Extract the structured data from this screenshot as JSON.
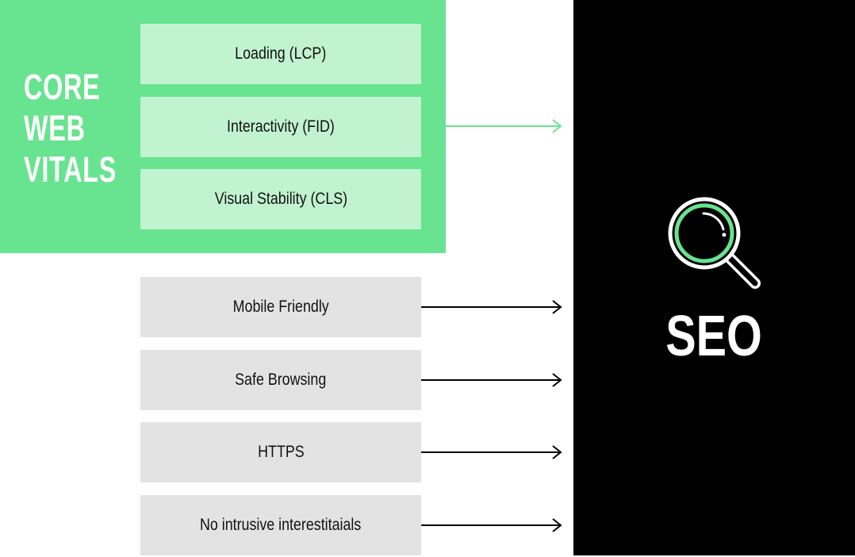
{
  "title_lines": [
    "CORE",
    "WEB",
    "VITALS"
  ],
  "core_web_vitals": [
    "Loading (LCP)",
    "Interactivity (FID)",
    "Visual Stability (CLS)"
  ],
  "other_signals": [
    "Mobile Friendly",
    "Safe Browsing",
    "HTTPS",
    "No intrusive interestitaials"
  ],
  "target": {
    "label": "SEO",
    "icon": "magnifier-icon"
  },
  "colors": {
    "green": "#68e38f",
    "light_green": "#c2f3d0",
    "gray": "#e3e3e3",
    "black": "#000000"
  }
}
